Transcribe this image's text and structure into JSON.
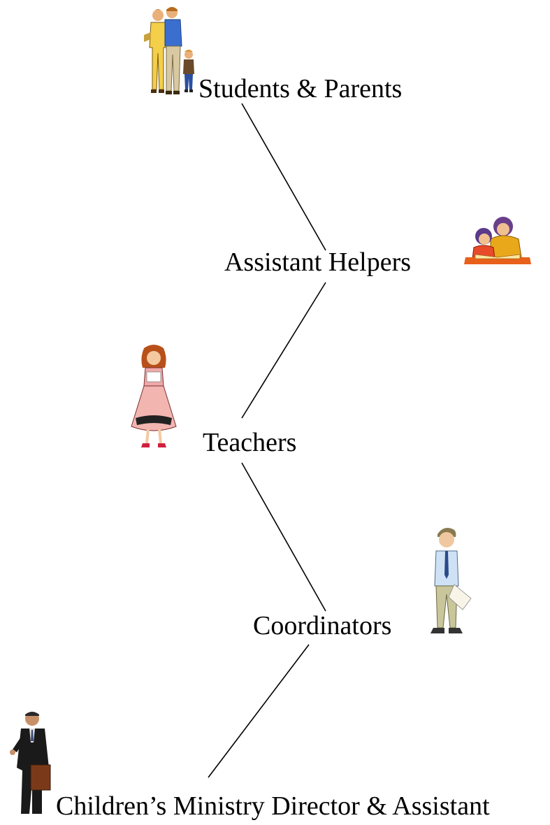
{
  "diagram": {
    "levels": [
      {
        "key": "students_parents",
        "label": "Students & Parents",
        "icon": "family-icon"
      },
      {
        "key": "assistant_helpers",
        "label": "Assistant Helpers",
        "icon": "reading-together-icon"
      },
      {
        "key": "teachers",
        "label": "Teachers",
        "icon": "woman-in-dress-icon"
      },
      {
        "key": "coordinators",
        "label": "Coordinators",
        "icon": "man-with-papers-icon"
      },
      {
        "key": "director",
        "label": "Children’s Ministry Director & Assistant",
        "icon": "businessman-icon"
      }
    ],
    "colors": {
      "line": "#000000",
      "text": "#000000",
      "background": "#ffffff"
    }
  }
}
